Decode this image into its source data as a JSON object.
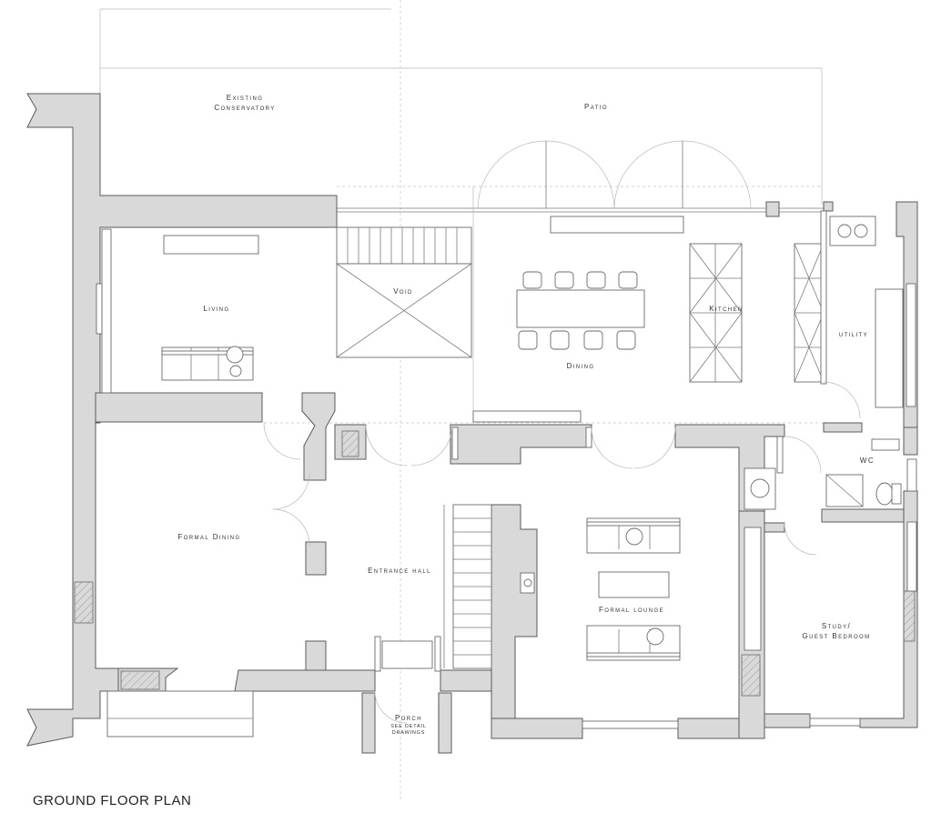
{
  "plan_title": "GROUND FLOOR PLAN",
  "rooms": {
    "existing": "Existing",
    "conservatory": "Conservatory",
    "patio": "Patio",
    "living": "Living",
    "void": "Void",
    "dining": "Dining",
    "kitchen": "Kitchen",
    "utility": "utility",
    "wc": "WC",
    "formal_dining": "Formal Dining",
    "entrance_hall": "Entrance hall",
    "formal_lounge": "Formal lounge",
    "study": "Study/",
    "guest_bedroom": "Guest Bedroom",
    "porch": "Porch",
    "porch_note_1": "SEE DETAIL",
    "porch_note_2": "DRAWINGS"
  },
  "colors": {
    "wall_fill": "#d9d9d9",
    "line": "#5a5a5a",
    "text": "#333333"
  }
}
